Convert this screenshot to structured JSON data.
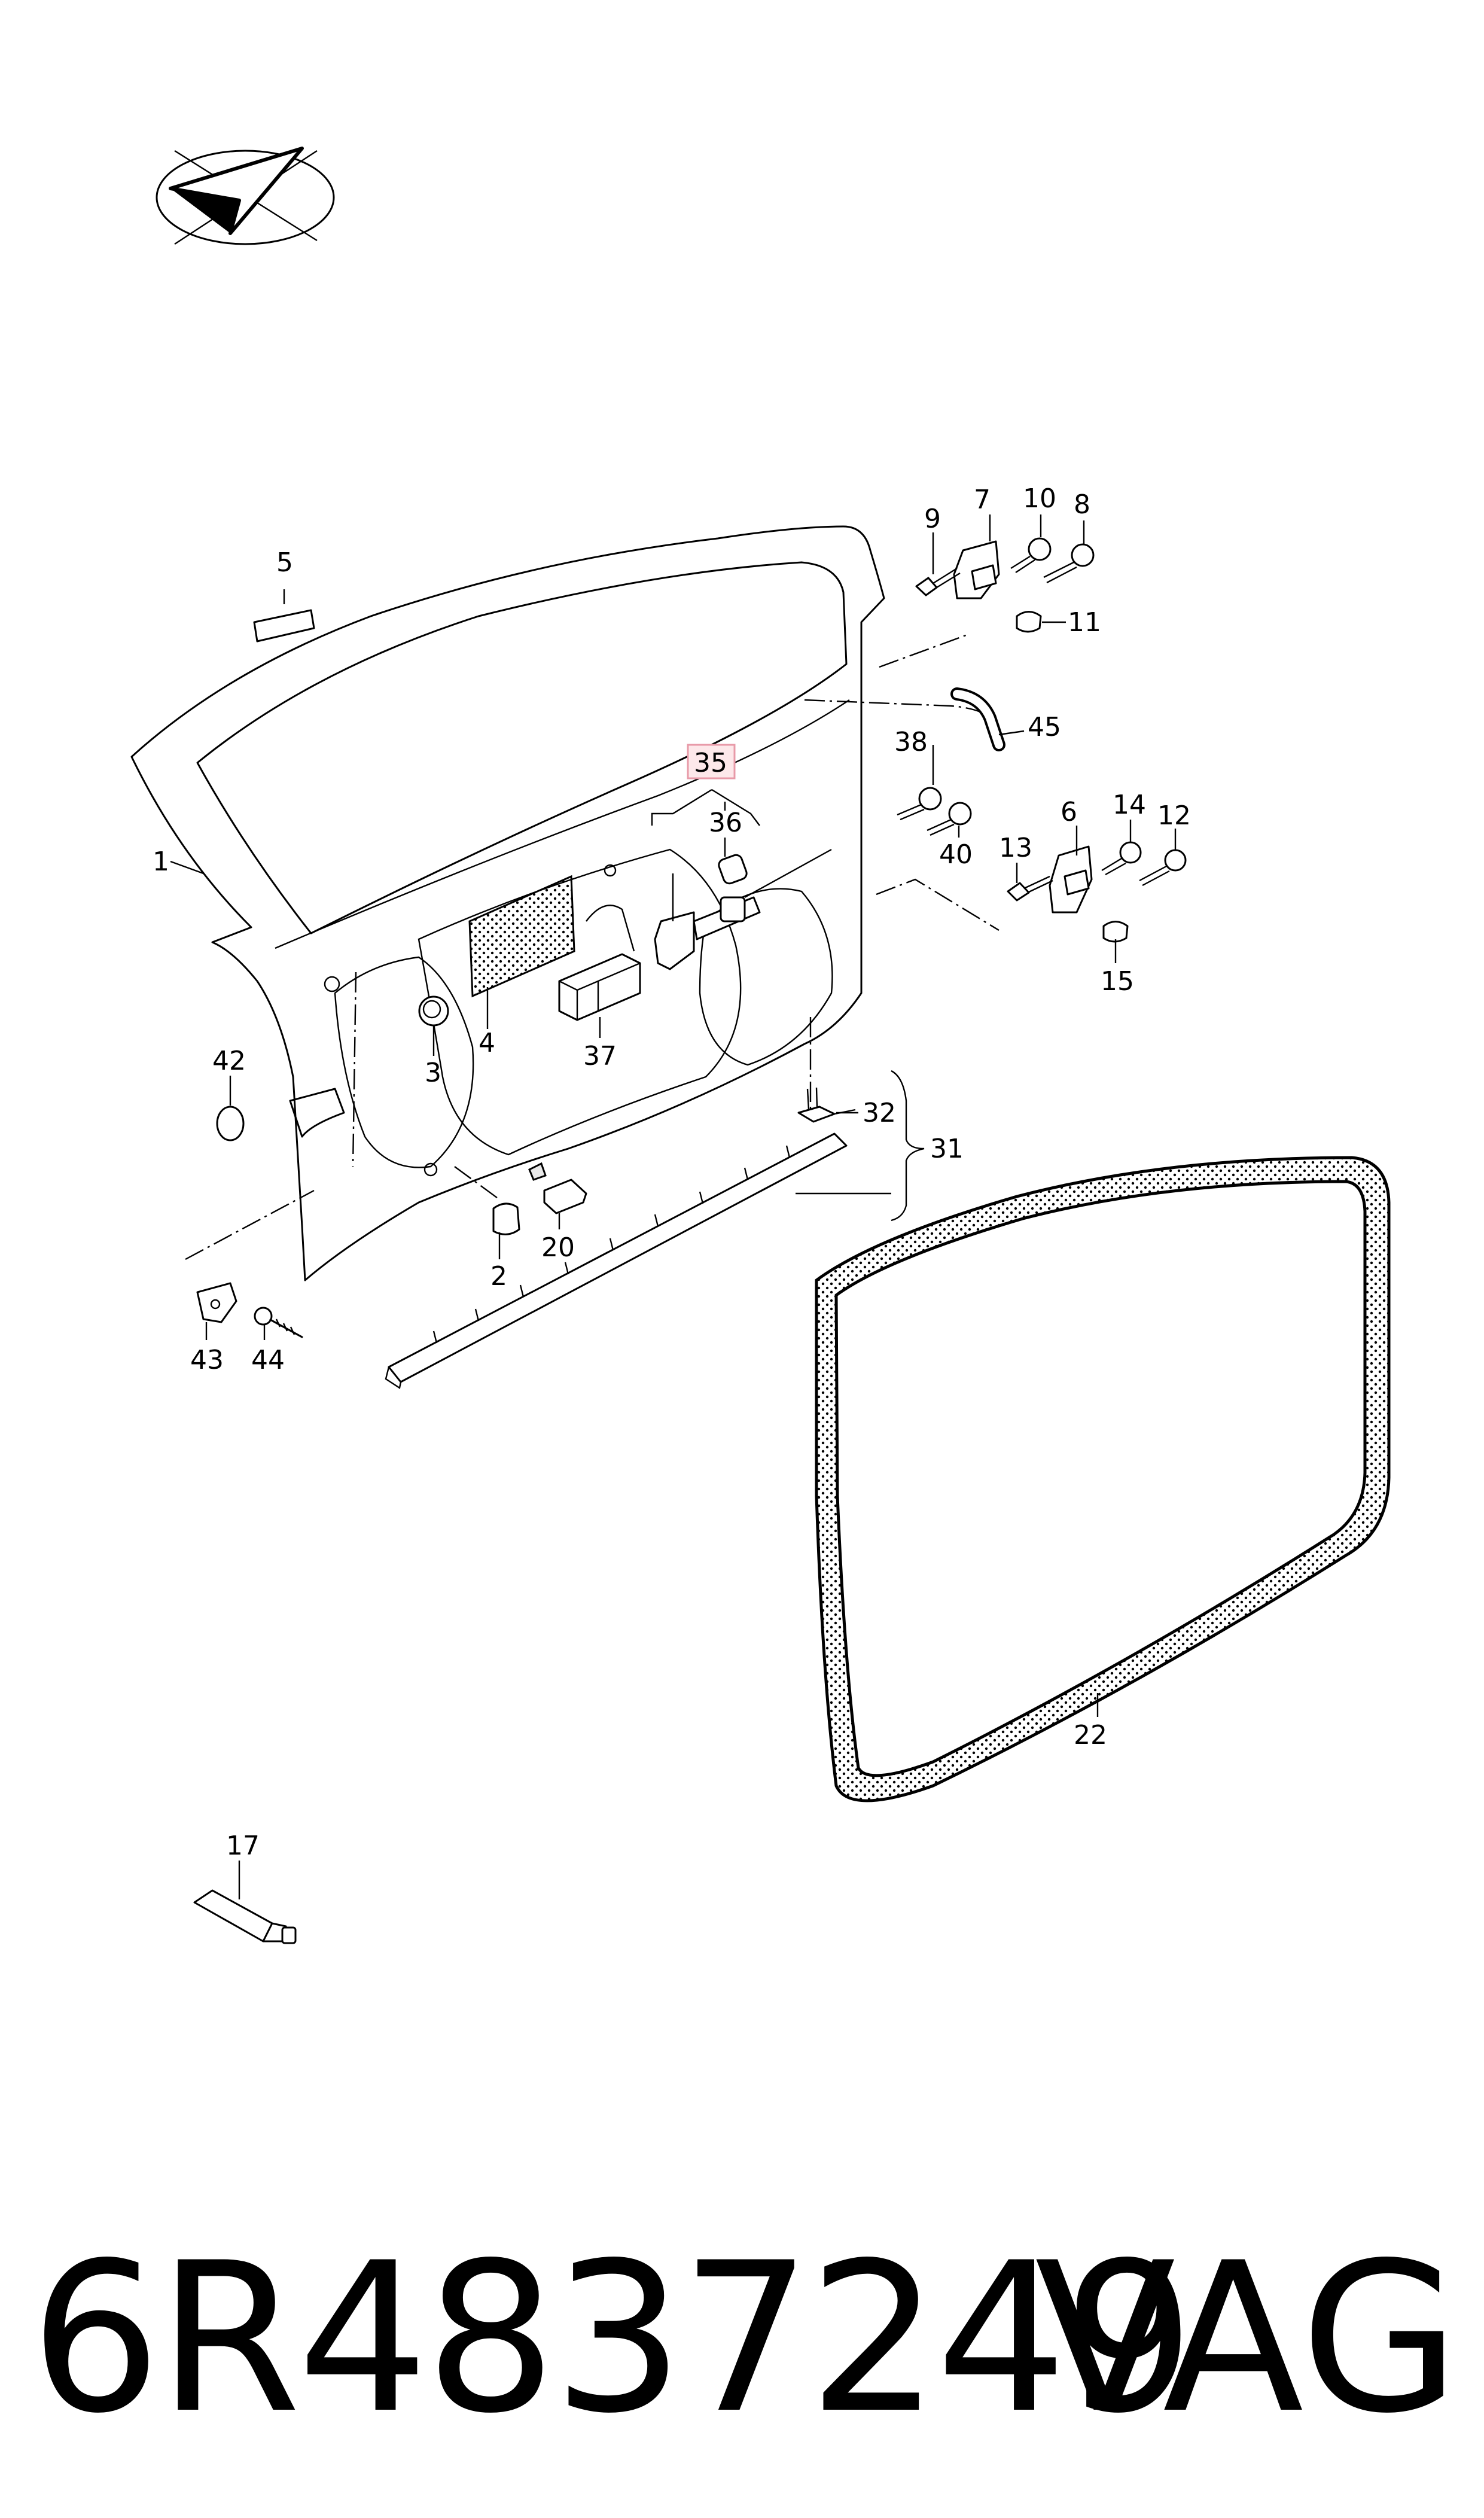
{
  "part_number": "6R4837249",
  "brand": "VAG",
  "highlighted_callout": "35",
  "callouts": [
    "1",
    "2",
    "3",
    "4",
    "5",
    "6",
    "7",
    "8",
    "9",
    "10",
    "11",
    "12",
    "13",
    "14",
    "15",
    "17",
    "20",
    "22",
    "31",
    "32",
    "35",
    "36",
    "37",
    "38",
    "40",
    "42",
    "43",
    "44",
    "45"
  ],
  "colors": {
    "highlight_box": "#e89aa8",
    "highlight_fill": "#fde8ea",
    "ink": "#000000"
  }
}
